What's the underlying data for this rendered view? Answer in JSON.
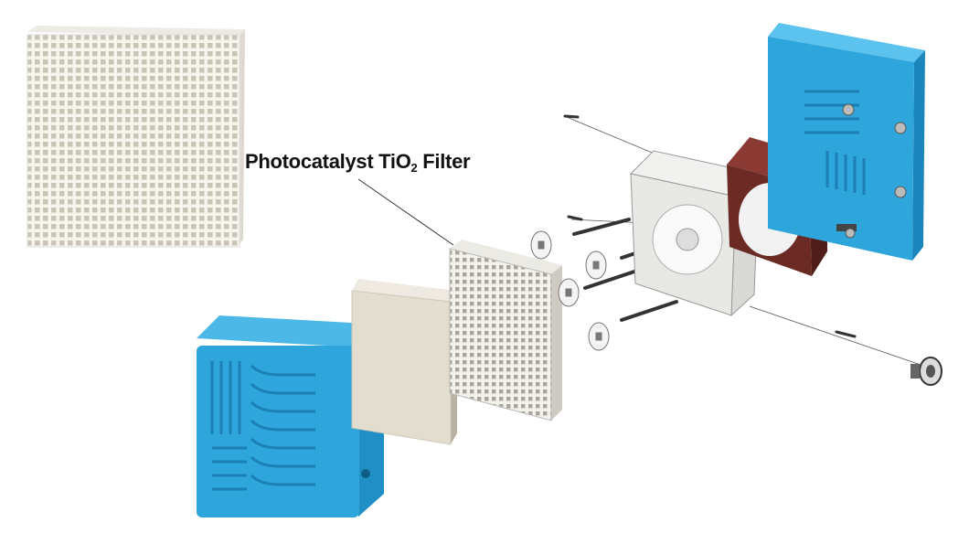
{
  "label": {
    "main": "Photocatalyst TiO",
    "subscript": "2",
    "suffix": " Filter"
  },
  "colors": {
    "blue": "#2ea6dc",
    "fan": "#6b2a24",
    "ceramic": "#f2efe6",
    "pad": "#e3ddd0"
  }
}
